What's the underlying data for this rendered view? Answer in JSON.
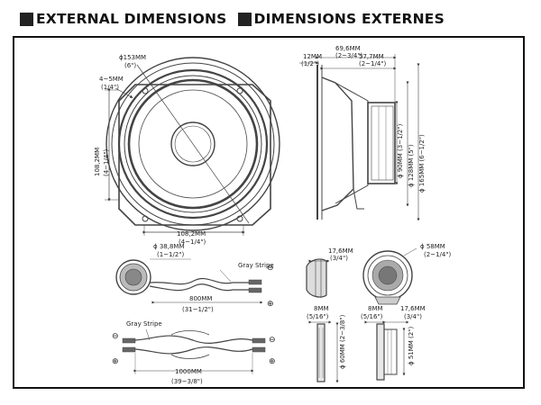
{
  "header": {
    "title_en": "EXTERNAL DIMENSIONS",
    "title_fr": "DIMENSIONS EXTERNES"
  },
  "woofer_front": {
    "dia_mm": "ϕ153MM",
    "dia_in": "(6\")",
    "hole_mm": "4~5MM",
    "hole_in": "(1/4\")",
    "height_mm": "108,2MM",
    "height_in": "(4~1/4\")",
    "width_mm": "108,2MM",
    "width_in": "(4~1/4\")"
  },
  "woofer_side": {
    "depth_mm": "69,6MM",
    "depth_in": "(2~3/4\")",
    "flange_mm": "12MM",
    "flange_in": "(1/2\")",
    "mount_depth_mm": "57,7MM",
    "mount_depth_in": "(2~1/4\")",
    "magnet": "ϕ 90MM (3~1/2\")",
    "basket": "ϕ 128MM (5\")",
    "outer": "ϕ 165MM (6~1/2\")"
  },
  "tweeter_cable": {
    "dia_mm": "ϕ 38,8MM",
    "dia_in": "(1~1/2\")",
    "stripe": "Gray Stripe",
    "length_mm": "800MM",
    "length_in": "(31~1/2\")",
    "minus": "⊖",
    "plus": "⊕"
  },
  "crossover_cable": {
    "stripe": "Gray Stripe",
    "length_mm": "1000MM",
    "length_in": "(39~3/8\")",
    "minus": "⊖",
    "plus": "⊕"
  },
  "tweeter_side": {
    "depth_mm": "17,6MM",
    "depth_in": "(3/4\")"
  },
  "tweeter_front": {
    "dia_mm": "ϕ 58MM",
    "dia_in": "(2~1/4\")"
  },
  "tweeter_mount_a": {
    "depth_mm": "8MM",
    "depth_in": "(5/16\")",
    "dia": "ϕ 60MM (2~3/8\")"
  },
  "tweeter_mount_b": {
    "depth_mm": "8MM",
    "depth_in": "(5/16\")",
    "depth2_mm": "17,6MM",
    "depth2_in": "(3/4\")",
    "dia": "ϕ 51MM (2\")"
  }
}
